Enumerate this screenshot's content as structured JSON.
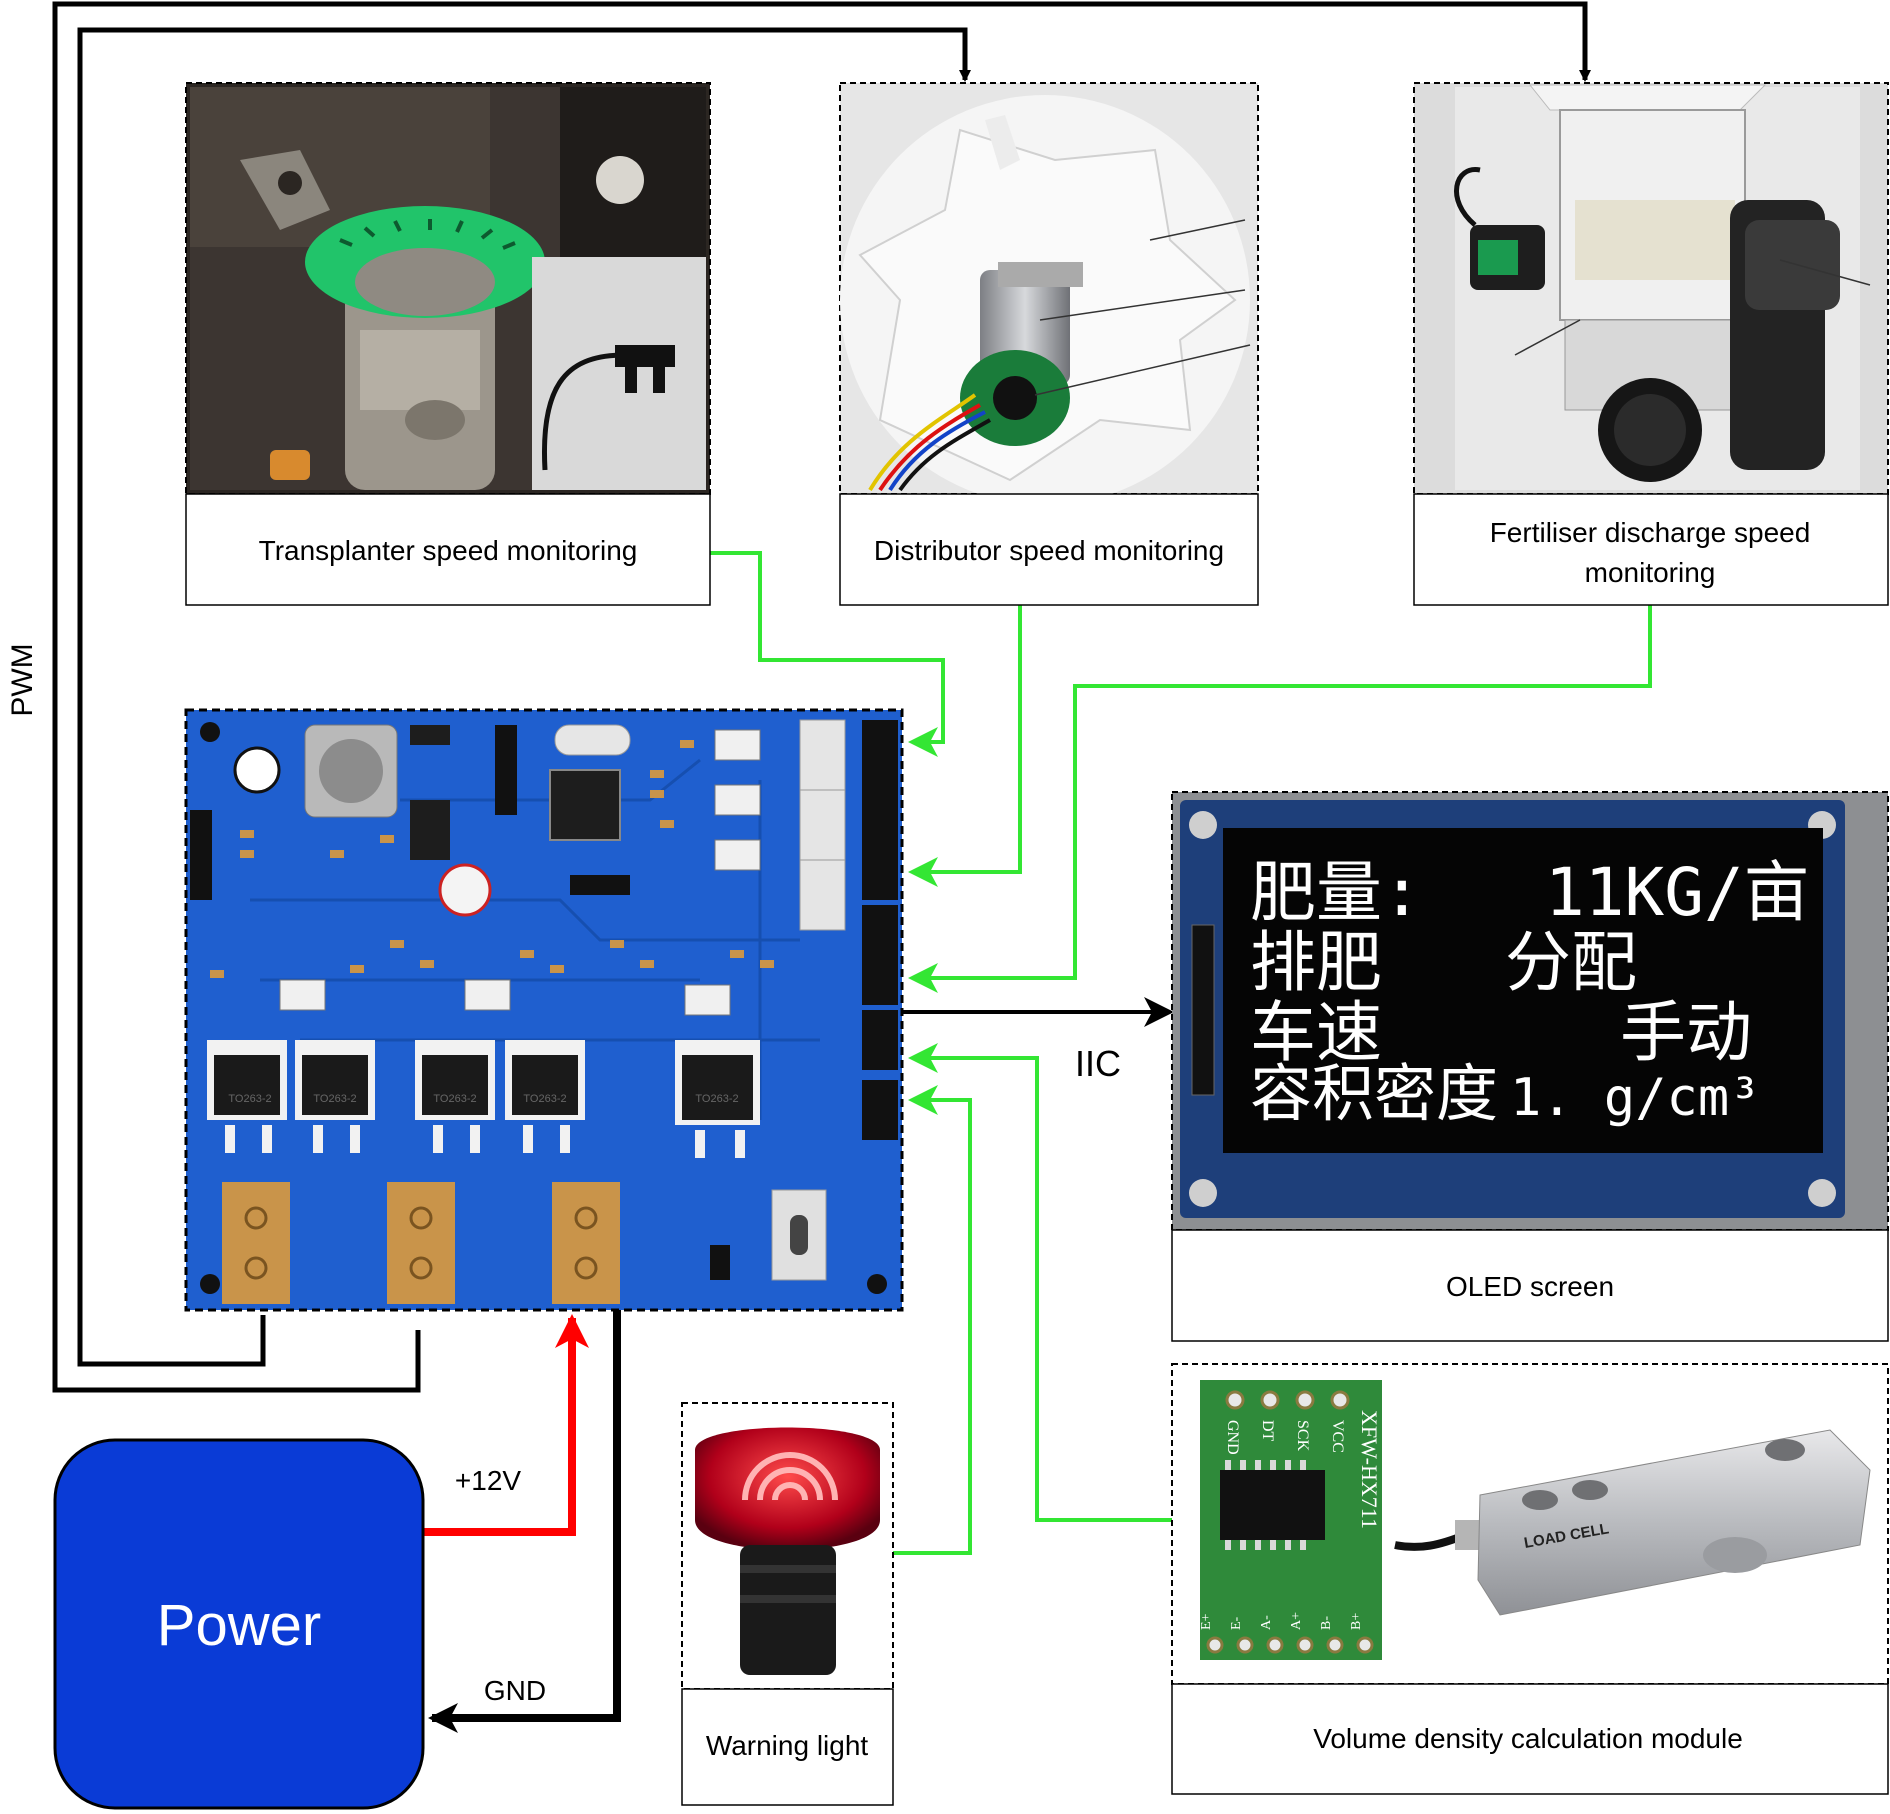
{
  "modules": {
    "transplanter": {
      "label": "Transplanter speed monitoring"
    },
    "distributor": {
      "label": "Distributor speed monitoring"
    },
    "fertiliser": {
      "label_line1": "Fertiliser discharge speed",
      "label_line2": "monitoring"
    },
    "oled": {
      "label": "OLED screen"
    },
    "volume": {
      "label": "Volume density calculation module"
    },
    "warning": {
      "label": "Warning light"
    }
  },
  "power": {
    "label": "Power"
  },
  "signals": {
    "pwm": "PWM",
    "iic": "IIC",
    "plus12v": "+12V",
    "gnd": "GND"
  },
  "oled_display": {
    "line1_label": "肥量:",
    "line1_value": "11KG/亩",
    "line2_label": "排肥",
    "line2_value": "分配",
    "line3_label": "车速",
    "line3_value": "手动",
    "line4_label": "容积密度",
    "line4_value": "1. g/cm³"
  },
  "hx711": {
    "model": "XFW-HX711",
    "pins_top": [
      "GND",
      "DT",
      "SCK",
      "VCC"
    ],
    "pins_bottom": [
      "E+",
      "E-",
      "A-",
      "A+",
      "B-",
      "B+"
    ]
  },
  "load_cell": {
    "label": "LOAD CELL"
  },
  "pcb": {
    "mosfet_label": "TO263-2"
  },
  "colors": {
    "signal_green": "#33e633",
    "power_red": "#ff0000",
    "line_black": "#000000",
    "power_box": "#0a3bd6",
    "pcb_blue": "#1f5fcf",
    "pad_copper": "#c9944a",
    "wheel_green": "#21c46a"
  }
}
